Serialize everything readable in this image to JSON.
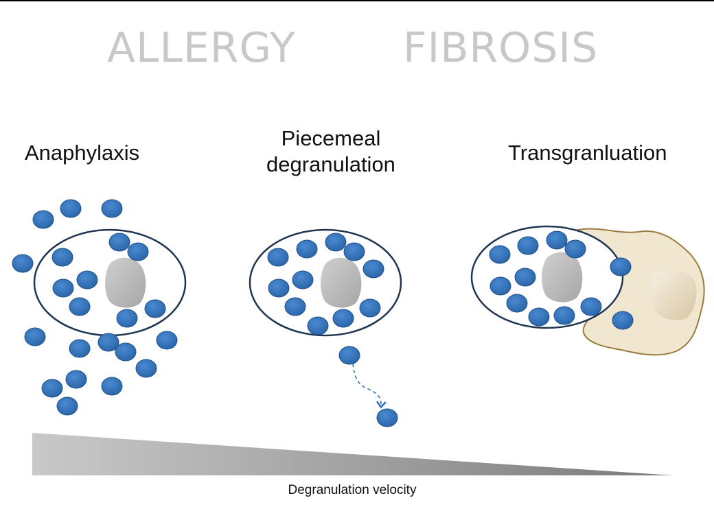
{
  "headers": {
    "allergy": "ALLERGY",
    "fibrosis": "FIBROSIS"
  },
  "modes": {
    "anaphylaxis": "Anaphylaxis",
    "piecemeal_line1": "Piecemeal",
    "piecemeal_line2": "degranulation",
    "transgranulation": "Transgranluation"
  },
  "axis": {
    "label": "Degranulation velocity",
    "direction": "decreasing from left to right"
  },
  "colors": {
    "granule": "#2e6fb5",
    "granule_edge": "#1f4f8a",
    "cell_outline": "#1f3550",
    "nucleus": "#b5b5b5",
    "target_cell_fill": "#f1e6cf",
    "target_cell_edge": "#9a7b3c",
    "header_text": "#c8c8c8"
  }
}
